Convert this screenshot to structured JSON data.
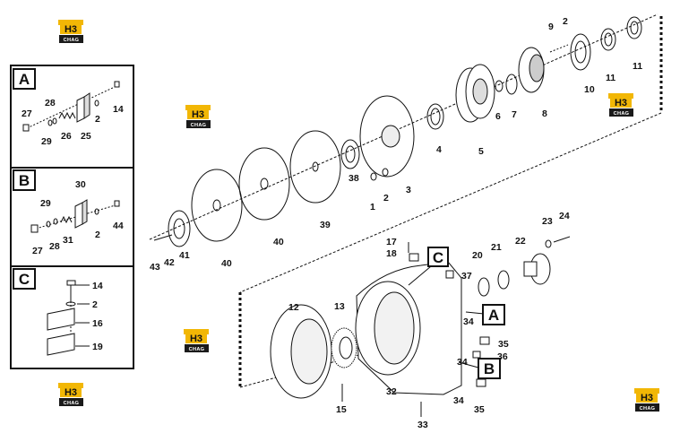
{
  "logo": {
    "mark": "H3",
    "sub": "CHAG",
    "accent": "#f2b705",
    "dark": "#1a1a1a"
  },
  "insets": [
    {
      "letter": "A",
      "labels": [
        "28",
        "27",
        "29",
        "26",
        "25",
        "2",
        "14"
      ]
    },
    {
      "letter": "B",
      "labels": [
        "30",
        "29",
        "27",
        "28",
        "31",
        "2",
        "44"
      ]
    },
    {
      "letter": "C",
      "labels": [
        "14",
        "2",
        "16",
        "19"
      ]
    }
  ],
  "callouts": {
    "C": "C",
    "A": "A",
    "B": "B"
  },
  "parts": {
    "p1": "1",
    "p2a": "2",
    "p2b": "2",
    "p3": "3",
    "p4": "4",
    "p5": "5",
    "p6": "6",
    "p7": "7",
    "p8": "8",
    "p9": "9",
    "p10": "10",
    "p11a": "11",
    "p11b": "11",
    "p12": "12",
    "p13": "13",
    "p15": "15",
    "p17": "17",
    "p18": "18",
    "p20": "20",
    "p21": "21",
    "p22": "22",
    "p23": "23",
    "p24": "24",
    "p32": "32",
    "p33": "33",
    "p34a": "34",
    "p34b": "34",
    "p34c": "34",
    "p35a": "35",
    "p35b": "35",
    "p36": "36",
    "p37": "37",
    "p38": "38",
    "p39": "39",
    "p40a": "40",
    "p40b": "40",
    "p41": "41",
    "p42": "42",
    "p43": "43"
  }
}
